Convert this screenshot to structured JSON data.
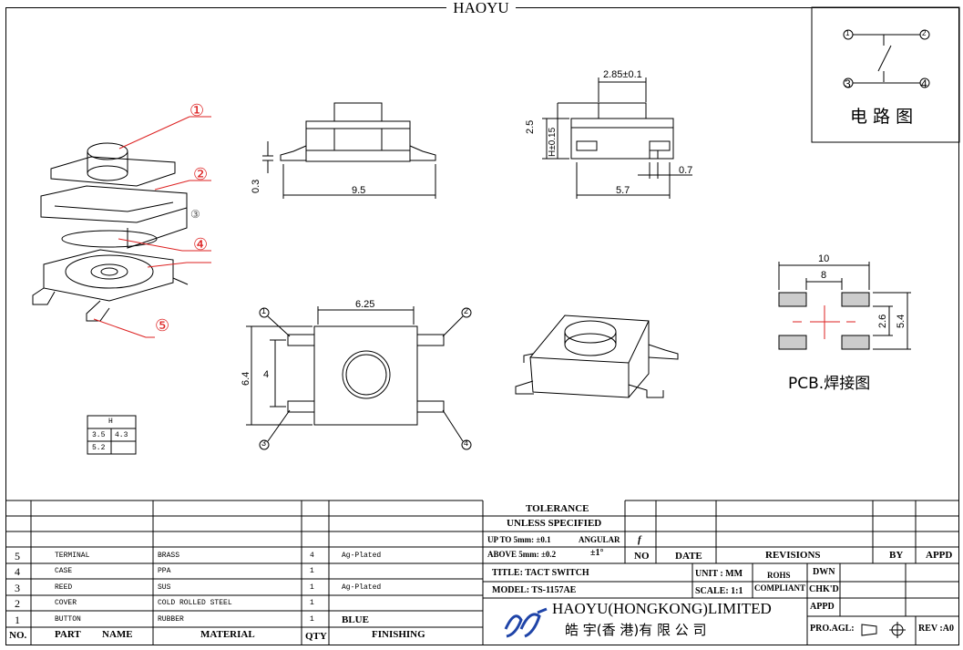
{
  "brand_header": "HAOYU",
  "circuit": {
    "pins": [
      "1",
      "2",
      "3",
      "4"
    ],
    "label": "电 路 图"
  },
  "dims": {
    "top_width": "2.85±0.1",
    "height_left": "2.5",
    "height_right": "H±0.15",
    "side_small": "0.3",
    "side_length": "9.5",
    "side_width": "5.7",
    "lead": "0.7",
    "top_length": "6.25",
    "top_height": "6.4",
    "pin_pitch": "4"
  },
  "pcb": {
    "dims": [
      "10",
      "8",
      "2.6",
      "5.4"
    ],
    "label": "PCB.焊接图"
  },
  "plan_pins": [
    "1",
    "2",
    "3",
    "4"
  ],
  "callouts": [
    "①",
    "②",
    "③",
    "④",
    "⑤"
  ],
  "h_table": {
    "header": "H",
    "rows": [
      [
        "3.5",
        "4.3"
      ],
      [
        "5.2",
        ""
      ]
    ]
  },
  "bom": {
    "headers": [
      "NO.",
      "PART",
      "NAME",
      "MATERIAL",
      "QTY",
      "FINISHING"
    ],
    "rows": [
      {
        "no": "5",
        "part": "TERMINAL",
        "material": "BRASS",
        "qty": "4",
        "finishing": "Ag-Plated"
      },
      {
        "no": "4",
        "part": "CASE",
        "material": "PPA",
        "qty": "1",
        "finishing": ""
      },
      {
        "no": "3",
        "part": "REED",
        "material": "SUS",
        "qty": "1",
        "finishing": "Ag-Plated"
      },
      {
        "no": "2",
        "part": "COVER",
        "material": "COLD ROLLED STEEL",
        "qty": "1",
        "finishing": ""
      },
      {
        "no": "1",
        "part": "BUTTON",
        "material": "RUBBER",
        "qty": "1",
        "finishing": "BLUE"
      }
    ]
  },
  "title_block": {
    "tolerance": "TOLERANCE",
    "unless": "UNLESS  SPECIFIED",
    "upto": "UP TO 5mm: ±0.1",
    "above": "ABOVE 5mm: ±0.2",
    "angular": "ANGULAR",
    "angular_val": "±1°",
    "rev_mark": "f",
    "no": "NO",
    "date": "DATE",
    "revisions": "REVISIONS",
    "by": "BY",
    "appd": "APPD",
    "title": "TITLE:  TACT SWITCH",
    "model": "MODEL:  TS-1157AE",
    "unit": "UNIT : MM",
    "scale": "SCALE:  1:1",
    "rohs": "ROHS",
    "compliant": "COMPLIANT",
    "dwn": "DWN",
    "chkd": "CHK'D",
    "appd2": "APPD",
    "company_en": "HAOYU(HONGKONG)LIMITED",
    "company_cn": "皓 宇(香 港)有 限 公 司",
    "proagl": "PRO.AGL:",
    "rev": "REV :A0"
  }
}
